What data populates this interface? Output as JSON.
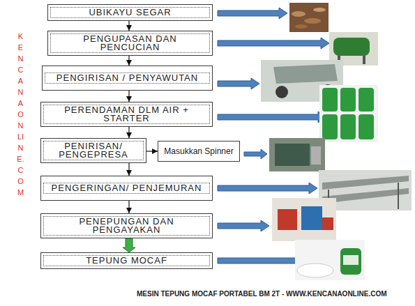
{
  "diagram": {
    "nodes": [
      {
        "text": [
          "UBIKAYU SEGAR"
        ]
      },
      {
        "text": [
          "PENGUPASAN DAN PENCUCIAN"
        ]
      },
      {
        "text": [
          "PENGIRISAN / PENYAWUTAN"
        ]
      },
      {
        "text": [
          "PERENDAMAN DLM AIR + STARTER"
        ]
      },
      {
        "text": [
          "PENIRISAN/ PENGEPRESA"
        ]
      },
      {
        "text": [
          "Masukkan Spinner"
        ]
      },
      {
        "text": [
          "PENGERINGAN/ PENJEMURAN"
        ]
      },
      {
        "text": [
          "PENEPUNGAN DAN PENGAYAKAN"
        ]
      },
      {
        "text": [
          "TEPUNG MOCAF"
        ]
      }
    ],
    "edges": [
      {
        "from": 0,
        "to": 1,
        "arrow": "to"
      },
      {
        "from": 1,
        "to": 2,
        "arrow": "to"
      },
      {
        "from": 2,
        "to": 3,
        "arrow": "to"
      },
      {
        "from": 3,
        "to": 4,
        "arrow": "to"
      },
      {
        "from": 4,
        "to": 5,
        "arrow": "to"
      },
      {
        "from": 4,
        "to": 6,
        "arrow": "to"
      },
      {
        "from": 6,
        "to": 7,
        "arrow": "to"
      },
      {
        "from": 7,
        "to": 8,
        "arrow": "to"
      }
    ],
    "labels": [
      "KENCANAONLINE.COM",
      "MESIN TEPUNG MOCAF PORTABEL BM 2T - WWW.KENCANAONLINE.COM"
    ]
  }
}
